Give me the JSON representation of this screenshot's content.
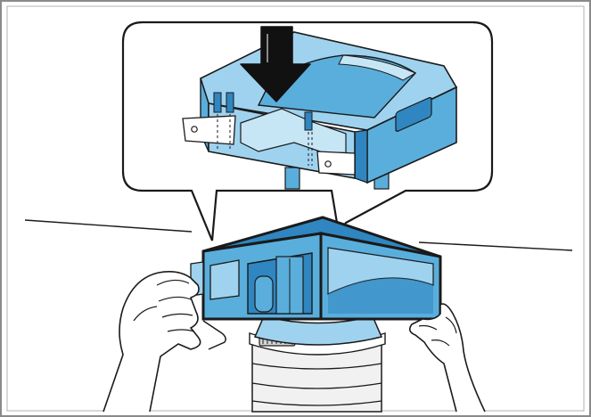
{
  "figure": {
    "kind": "installation-illustration",
    "depicts": [
      "down-arrow-icon",
      "mounting-bracket",
      "filter-housing",
      "hands",
      "duct-pipe",
      "hose-clamp"
    ],
    "colors": {
      "frame": "#8a8a8a",
      "outline": "#1a1a1a",
      "housing_fill": "#5aaedc",
      "housing_light": "#9fd2ee",
      "housing_pale": "#c6e6f6",
      "housing_dark": "#2f86c0",
      "pipe_gray": "#e9e9e9",
      "arrow": "#111111",
      "background": "#ffffff"
    }
  }
}
